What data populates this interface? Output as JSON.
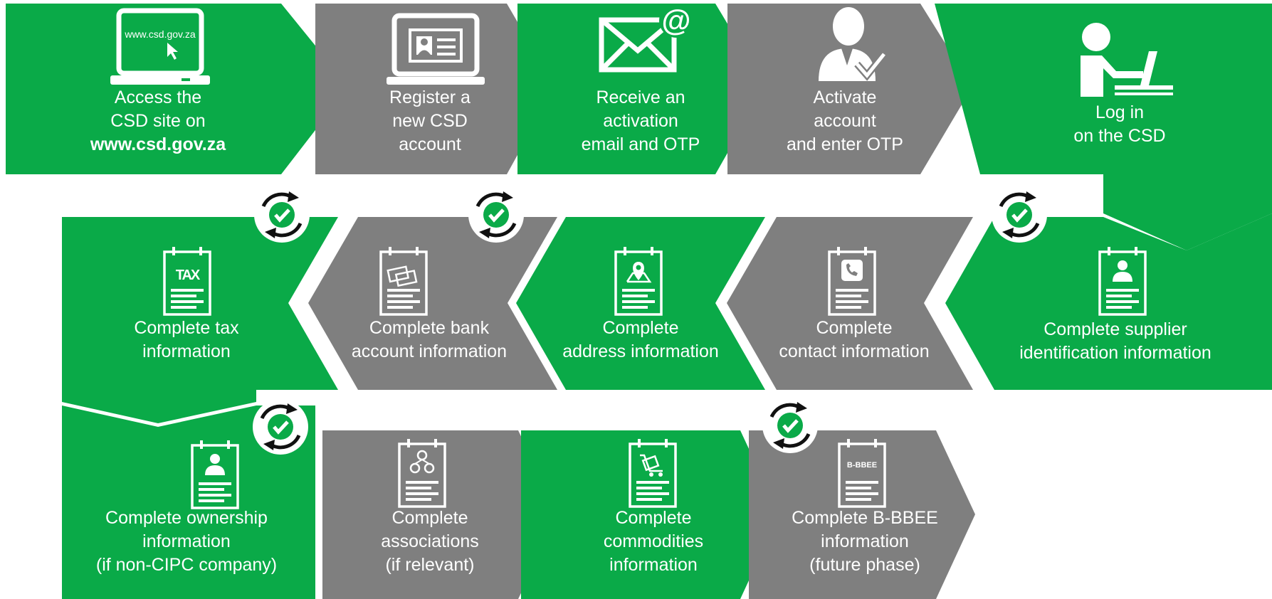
{
  "colors": {
    "green": "#0aaa48",
    "grey": "#7f7f7f",
    "white": "#ffffff",
    "dark": "#111111"
  },
  "steps": [
    {
      "id": "access-site",
      "color": "green",
      "icon": "laptop-website-icon",
      "screen_text": "www.csd.gov.za",
      "lines": [
        "Access the",
        "CSD site on",
        "www.csd.gov.za"
      ]
    },
    {
      "id": "register-account",
      "color": "grey",
      "icon": "id-card-laptop-icon",
      "lines": [
        "Register a",
        "new CSD",
        "account"
      ]
    },
    {
      "id": "receive-email",
      "color": "green",
      "icon": "email-at-icon",
      "lines": [
        "Receive an",
        "activation",
        "email and OTP"
      ]
    },
    {
      "id": "activate-account",
      "color": "grey",
      "icon": "user-check-icon",
      "lines": [
        "Activate",
        "account",
        "and enter OTP"
      ]
    },
    {
      "id": "log-in",
      "color": "green",
      "icon": "person-laptop-icon",
      "lines": [
        "Log in",
        "on the CSD"
      ]
    },
    {
      "id": "supplier-identification",
      "color": "green",
      "icon": "id-document-icon",
      "lines": [
        "Complete supplier",
        "identification information"
      ]
    },
    {
      "id": "contact-information",
      "color": "grey",
      "icon": "phone-document-icon",
      "lines": [
        "Complete",
        "contact information"
      ]
    },
    {
      "id": "address-information",
      "color": "green",
      "icon": "map-pin-document-icon",
      "lines": [
        "Complete",
        "address information"
      ]
    },
    {
      "id": "bank-account-information",
      "color": "grey",
      "icon": "cards-document-icon",
      "lines": [
        "Complete bank",
        "account information"
      ]
    },
    {
      "id": "tax-information",
      "color": "green",
      "icon": "tax-document-icon",
      "icon_text": "TAX",
      "lines": [
        "Complete tax",
        "information"
      ]
    },
    {
      "id": "ownership-information",
      "color": "green",
      "icon": "owner-document-icon",
      "lines": [
        "Complete ownership",
        "information",
        "(if non-CIPC company)"
      ]
    },
    {
      "id": "associations",
      "color": "grey",
      "icon": "network-document-icon",
      "lines": [
        "Complete",
        "associations",
        "(if relevant)"
      ]
    },
    {
      "id": "commodities-information",
      "color": "green",
      "icon": "cart-document-icon",
      "lines": [
        "Complete",
        "commodities",
        "information"
      ]
    },
    {
      "id": "bbbee-information",
      "color": "grey",
      "icon": "bbbee-document-icon",
      "icon_text": "B-BBEE",
      "lines": [
        "Complete B-BBEE",
        "information",
        "(future phase)"
      ]
    }
  ],
  "checkpoints": [
    "verify-1",
    "verify-2",
    "verify-3",
    "verify-4",
    "verify-5"
  ]
}
